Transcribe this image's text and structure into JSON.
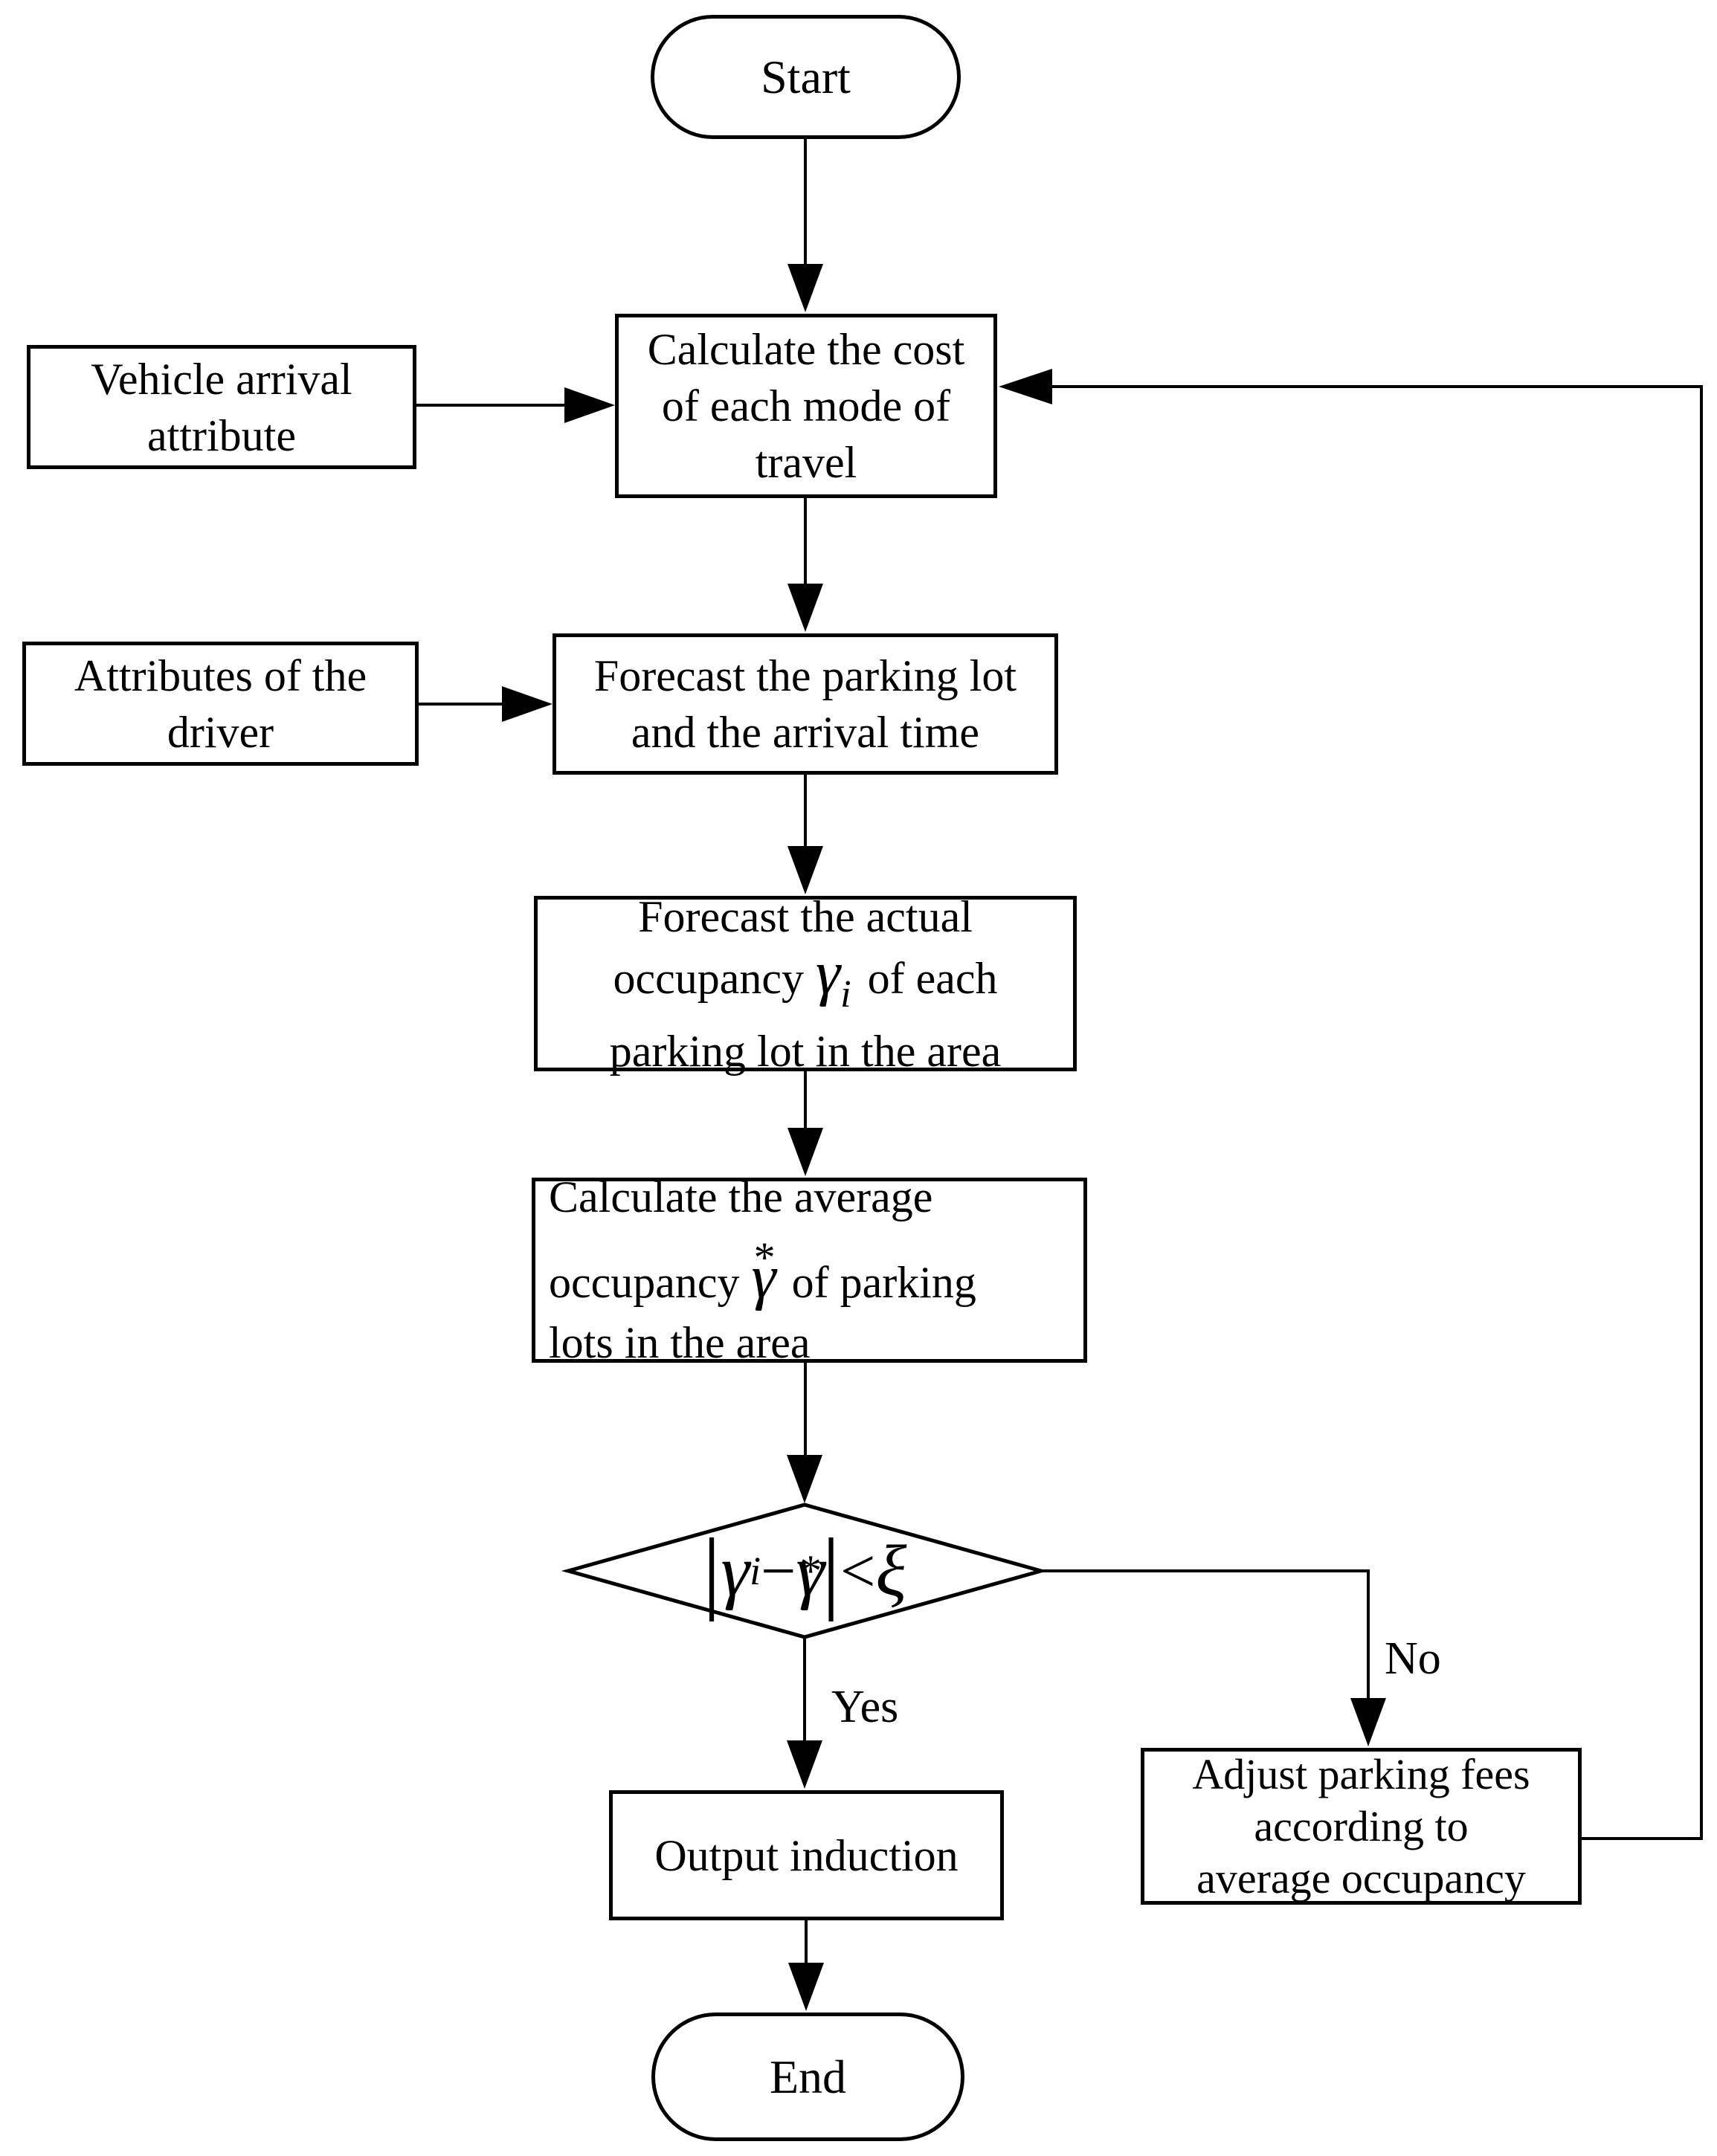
{
  "diagram": {
    "nodes": {
      "start": {
        "label": "Start"
      },
      "vehicle_attr": {
        "line1": "Vehicle arrival",
        "line2": "attribute"
      },
      "calc_cost": {
        "line1": "Calculate the cost",
        "line2": "of each mode of",
        "line3": "travel"
      },
      "driver_attr": {
        "line1": "Attributes of the",
        "line2": "driver"
      },
      "forecast_lot": {
        "line1": "Forecast the parking lot",
        "line2": "and the arrival time"
      },
      "forecast_occupancy": {
        "line1": "Forecast the actual",
        "line2_pre": "occupancy",
        "symbol": "γ",
        "symbol_sub": "i",
        "line2_post": "of each",
        "line3": "parking lot in the area"
      },
      "calc_average": {
        "line1": "Calculate the average",
        "line2_pre": "occupancy",
        "symbol": "γ",
        "symbol_sup": "*",
        "line2_post": "of parking",
        "line3": "lots in the area"
      },
      "decision": {
        "abs_open": "|",
        "gamma_i": "γ",
        "gamma_i_sub": "i",
        "minus": "−",
        "gamma_star": "γ",
        "gamma_star_sup": "*",
        "abs_close": "|",
        "less_than": "<",
        "xi": "ξ"
      },
      "output": {
        "label": "Output induction"
      },
      "adjust_fees": {
        "line1": "Adjust parking fees",
        "line2": "according to",
        "line3": "average occupancy"
      },
      "end": {
        "label": "End"
      }
    },
    "edge_labels": {
      "yes": "Yes",
      "no": "No"
    },
    "colors": {
      "stroke": "#000000",
      "fill": "#ffffff"
    }
  }
}
